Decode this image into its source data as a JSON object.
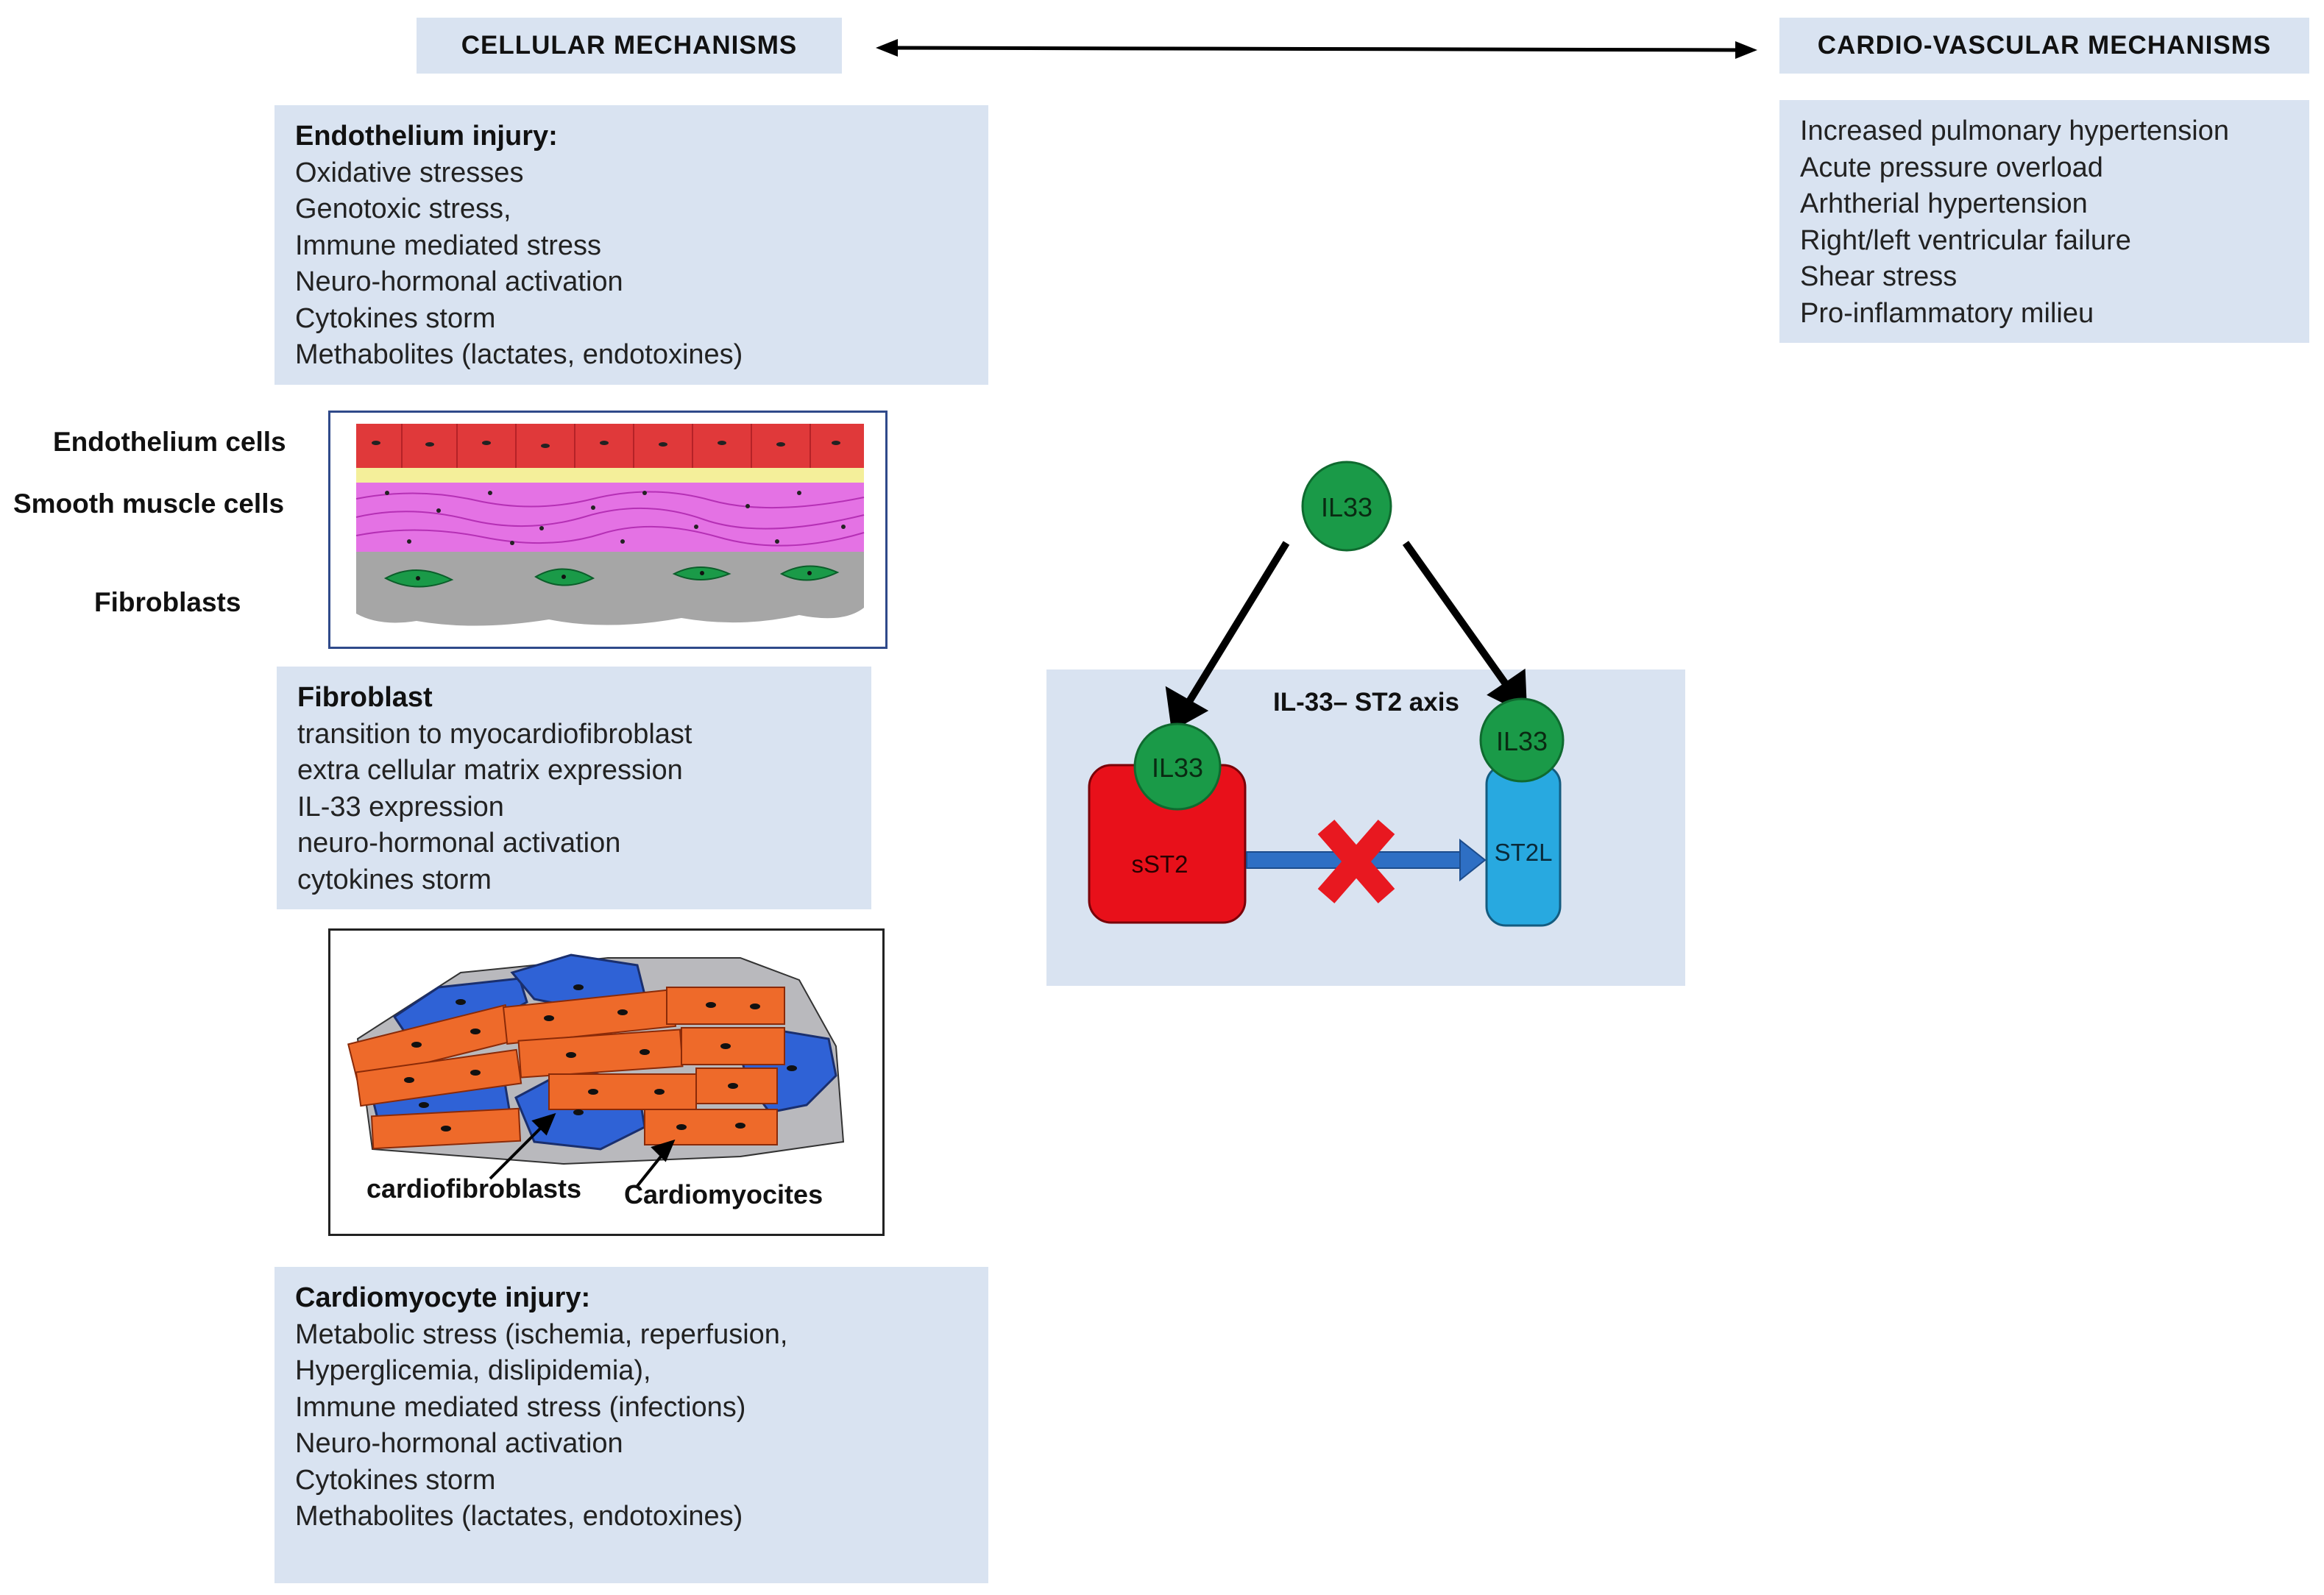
{
  "headers": {
    "cellular": "CELLULAR MECHANISMS",
    "cardiovascular": "CARDIO-VASCULAR MECHANISMS"
  },
  "endothelium_injury": {
    "title": "Endothelium injury:",
    "lines": [
      "Oxidative stresses",
      "Genotoxic stress,",
      "Immune mediated stress",
      "Neuro-hormonal activation",
      "Cytokines storm",
      "Methabolites (lactates, endotoxines)"
    ]
  },
  "cardiovascular_list": {
    "lines": [
      "Increased pulmonary hypertension",
      "Acute pressure overload",
      "Arhtherial hypertension",
      "Right/left ventricular failure",
      "Shear stress",
      "Pro-inflammatory milieu"
    ]
  },
  "vessel_labels": {
    "endothelium": "Endothelium cells",
    "smooth_muscle": "Smooth muscle cells",
    "fibroblasts": "Fibroblasts"
  },
  "fibroblast": {
    "title": "Fibroblast",
    "lines": [
      "transition to myocardiofibroblast",
      "extra cellular matrix expression",
      "IL-33 expression",
      "neuro-hormonal activation",
      "cytokines storm"
    ]
  },
  "tissue_labels": {
    "cardiofibroblasts": "cardiofibroblasts",
    "cardiomyocites": "Cardiomyocites"
  },
  "cardiomyocyte_injury": {
    "title": "Cardiomyocyte injury:",
    "lines": [
      "Metabolic stress (ischemia, reperfusion,",
      "Hyperglicemia, dislipidemia),",
      "Immune mediated stress (infections)",
      "Neuro-hormonal activation",
      "Cytokines storm",
      "Methabolites (lactates, endotoxines)"
    ]
  },
  "axis": {
    "title": "IL-33– ST2 axis",
    "il33_top": "IL33",
    "il33_left": "IL33",
    "il33_right": "IL33",
    "sst2": "sST2",
    "st2l": "ST2L"
  },
  "colors": {
    "box_fill": "#d9e3f1",
    "il33_green": "#1a9a48",
    "sst2_red": "#e8101a",
    "st2l_blue": "#28a9e0",
    "arrow_blue": "#2e6fc4",
    "block_x_red": "#e81820"
  }
}
